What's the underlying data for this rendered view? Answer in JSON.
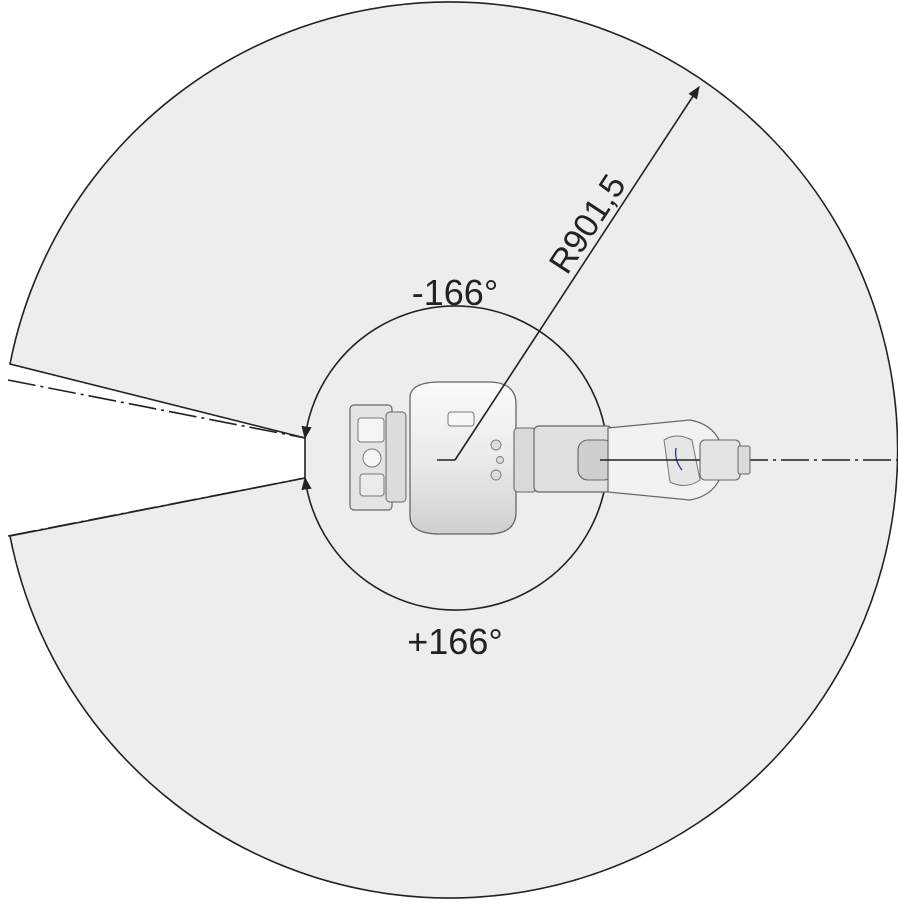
{
  "labels": {
    "radius": "R901,5",
    "negative_limit": "-166°",
    "positive_limit": "+166°"
  },
  "colors": {
    "work_area_fill": "#ededed",
    "outline": "#222222",
    "robot_body": "#f3f3f3",
    "robot_edge": "#666666"
  }
}
